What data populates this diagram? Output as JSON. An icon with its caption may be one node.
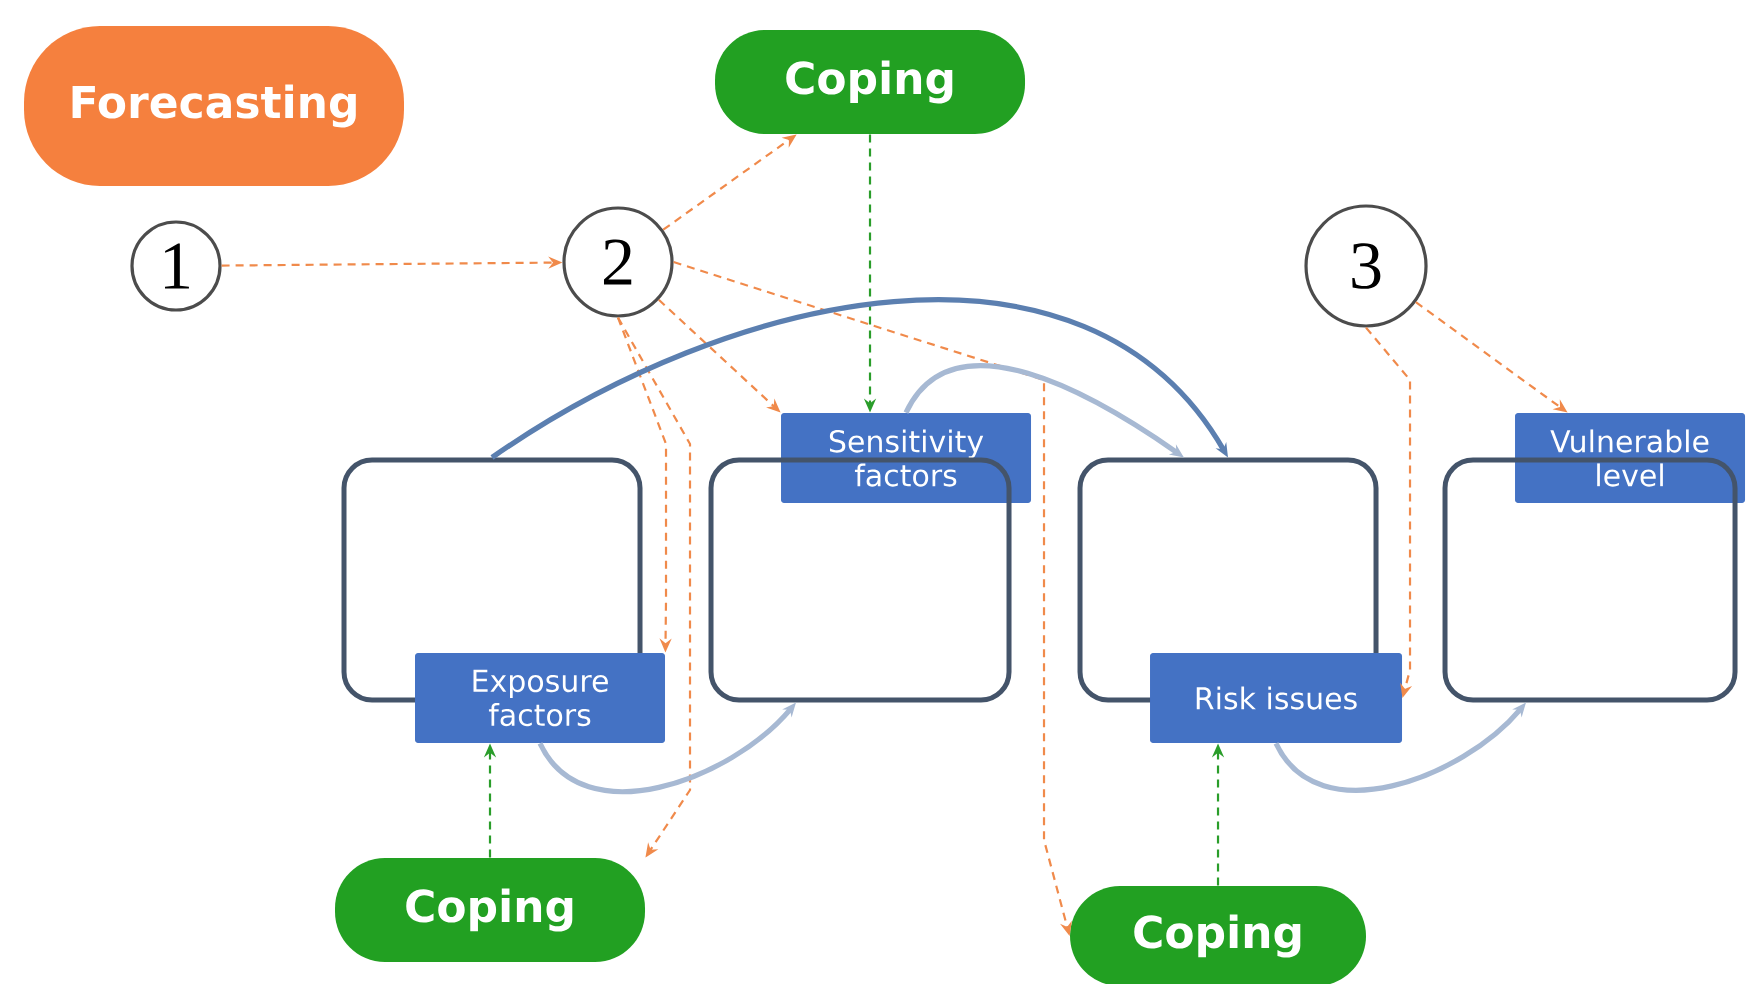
{
  "diagram": {
    "nodes": [
      {
        "text": [
          "Forecasting"
        ]
      },
      {
        "text": [
          "Coping"
        ]
      },
      {
        "text": [
          "1"
        ]
      },
      {
        "text": [
          "2"
        ]
      },
      {
        "text": [
          "3"
        ]
      },
      {
        "text": [
          "Sensitivity factors"
        ]
      },
      {
        "text": [
          "Vulnerable level"
        ]
      },
      {
        "text": [],
        "shape": "box"
      },
      {
        "text": [],
        "shape": "box"
      },
      {
        "text": [],
        "shape": "box"
      },
      {
        "text": [],
        "shape": "box"
      },
      {
        "text": [
          "Exposure factors"
        ]
      },
      {
        "text": [
          "Risk issues"
        ]
      },
      {
        "text": [
          "Coping"
        ]
      },
      {
        "text": [
          "Coping"
        ]
      }
    ],
    "edges": [
      {
        "from": 2,
        "to": 3,
        "arrow": "to",
        "style": "dashed",
        "color": "#f08a4b"
      },
      {
        "from": 3,
        "to": 1,
        "arrow": "to",
        "style": "dashed",
        "color": "#f08a4b"
      },
      {
        "from": 3,
        "to": 5,
        "arrow": "to",
        "style": "dashed",
        "color": "#f08a4b"
      },
      {
        "from": 3,
        "to": 11,
        "arrow": "to",
        "style": "dashed",
        "color": "#f08a4b"
      },
      {
        "from": 3,
        "to": 13,
        "arrow": "to",
        "style": "dashed",
        "color": "#f08a4b"
      },
      {
        "from": 3,
        "to": 14,
        "arrow": "to",
        "style": "dashed",
        "color": "#f08a4b"
      },
      {
        "from": 1,
        "to": 5,
        "arrow": "to",
        "style": "dashed",
        "color": "#2a9d2a"
      },
      {
        "from": 4,
        "to": 6,
        "arrow": "to",
        "style": "dashed",
        "color": "#f08a4b"
      },
      {
        "from": 4,
        "to": 12,
        "arrow": "to",
        "style": "dashed",
        "color": "#f08a4b"
      },
      {
        "from": 13,
        "to": 11,
        "arrow": "to",
        "style": "dashed",
        "color": "#2a9d2a"
      },
      {
        "from": 14,
        "to": 12,
        "arrow": "to",
        "style": "dashed",
        "color": "#2a9d2a"
      },
      {
        "from": 7,
        "to": 9,
        "arrow": "to",
        "style": "thick",
        "color": "#5b7fb0"
      },
      {
        "from": 5,
        "to": 9,
        "arrow": "to",
        "style": "thick",
        "color": "#a7b9d3"
      },
      {
        "from": 11,
        "to": 8,
        "arrow": "to",
        "style": "thick",
        "color": "#a7b9d3"
      },
      {
        "from": 12,
        "to": 10,
        "arrow": "to",
        "style": "thick",
        "color": "#a7b9d3"
      }
    ]
  }
}
